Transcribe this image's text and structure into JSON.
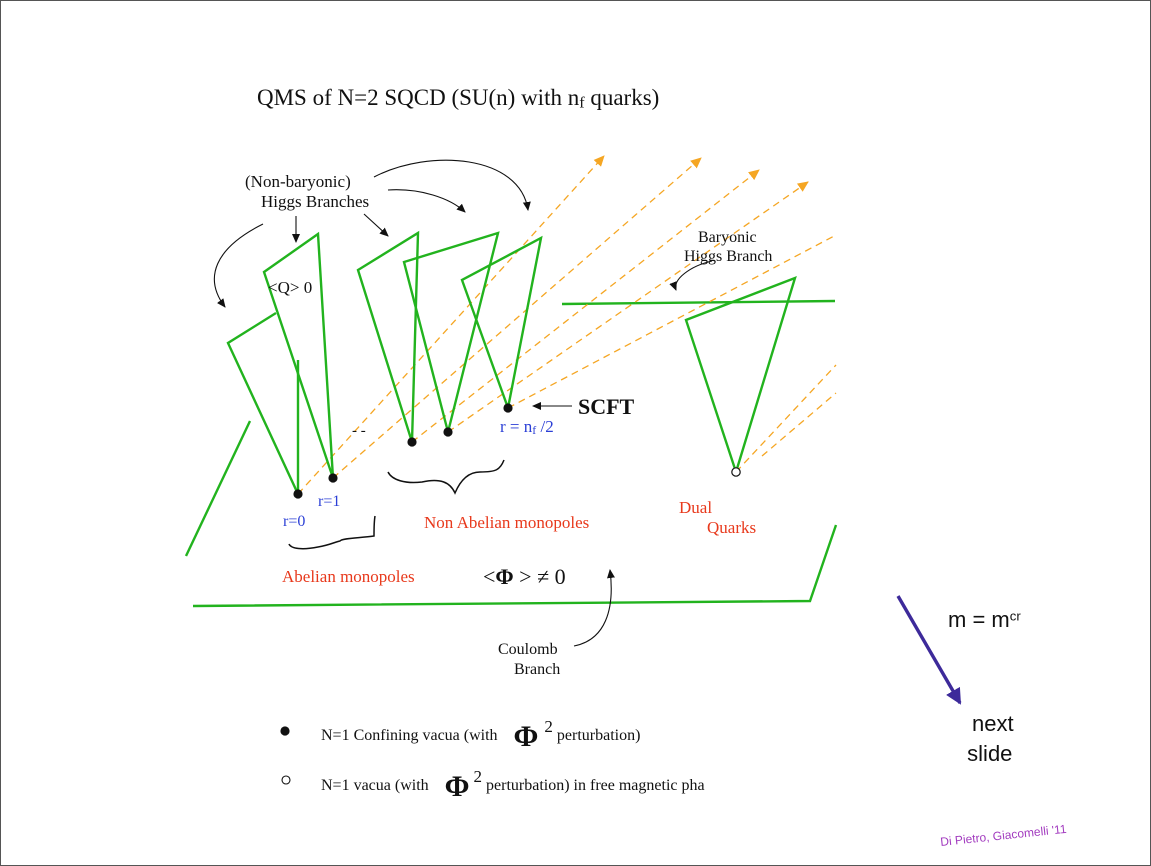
{
  "title": {
    "main": "QMS of N=2 SQCD  (SU(n) with n",
    "sub": "f",
    "tail": "  quarks)"
  },
  "labels": {
    "non_baryonic_line1": "(Non-baryonic)",
    "non_baryonic_line2": "Higgs Branches",
    "baryonic_line1": "Baryonic",
    "baryonic_line2": "Higgs Branch",
    "q_vev": "<Q>  0",
    "scft": "SCFT",
    "r0": "r=0",
    "r1": "r=1",
    "rnf_main": "r = n",
    "rnf_sub": "f",
    "rnf_tail": " /2",
    "dots": "- -",
    "abelian_monopoles": "Abelian monopoles",
    "non_abelian_monopoles": "Non Abelian monopoles",
    "dual_quarks_line1": "Dual",
    "dual_quarks_line2": "Quarks",
    "phi_vev_lhs": "<",
    "phi_vev_phi": "Φ",
    "phi_vev_rhs": " > ≠ 0",
    "coulomb_line1": "Coulomb",
    "coulomb_line2": "Branch"
  },
  "legend": {
    "filled_prefix": "N=1  Confining vacua  (with",
    "filled_phi": "Φ",
    "filled_sup": "2",
    "filled_suffix": " perturbation)",
    "open_prefix": "N=1  vacua  (with",
    "open_phi": "Φ",
    "open_sup": "2",
    "open_suffix": " perturbation) in free magnetic pha"
  },
  "side": {
    "m_lhs": "m = m",
    "m_sup": "cr",
    "next_line1": "next",
    "next_line2": "slide",
    "credit": "Di Pietro, Giacomelli '11"
  },
  "colors": {
    "green": "#22b31e",
    "orange": "#f5a623",
    "arrow_purple": "#3d2a9a",
    "blue_text": "#2b3fd6",
    "red_text": "#e8391c",
    "credit_purple": "#a23bbf"
  },
  "icons": {
    "filled_dot": "filled-vacuum-dot",
    "open_dot": "open-vacuum-dot",
    "arrow": "curved-arrow"
  }
}
